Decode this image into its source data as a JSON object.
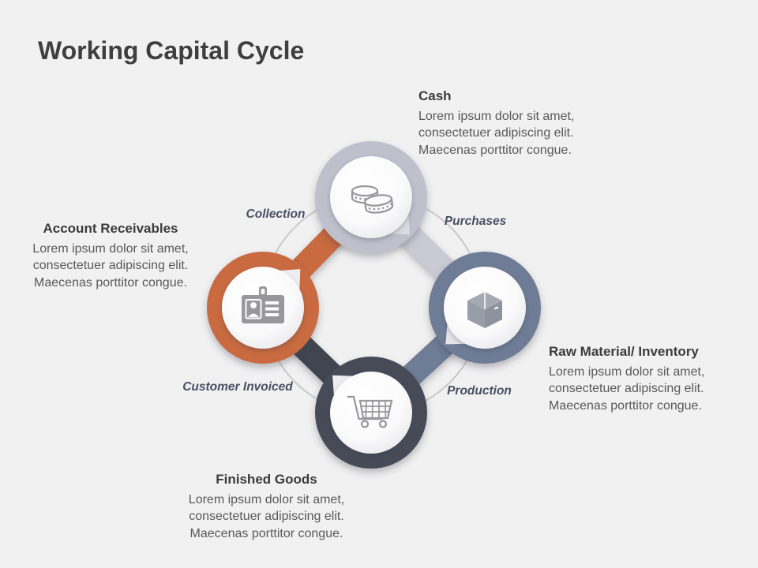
{
  "slide": {
    "title": "Working Capital Cycle",
    "background_color": "#f1f1f2"
  },
  "nodes": [
    {
      "id": "cash",
      "label": "Cash",
      "description": "Lorem ipsum dolor sit amet, consectetuer adipiscing elit. Maecenas porttitor congue.",
      "icon": "coins-icon",
      "color": "#bfc0cc"
    },
    {
      "id": "raw-material-inventory",
      "label": "Raw Material/ Inventory",
      "description": "Lorem ipsum dolor sit amet, consectetuer adipiscing elit. Maecenas porttitor congue.",
      "icon": "package-icon",
      "color": "#6e7b95"
    },
    {
      "id": "finished-goods",
      "label": "Finished Goods",
      "description": "Lorem ipsum dolor sit amet, consectetuer adipiscing elit. Maecenas porttitor congue.",
      "icon": "shopping-cart-icon",
      "color": "#464b58"
    },
    {
      "id": "account-receivables",
      "label": "Account Receivables",
      "description": "Lorem ipsum dolor sit amet, consectetuer adipiscing elit. Maecenas porttitor congue.",
      "icon": "id-card-icon",
      "color": "#c96a41"
    }
  ],
  "connectors": [
    {
      "label": "Collection",
      "from": "account-receivables",
      "to": "cash",
      "color": "#c96a41"
    },
    {
      "label": "Purchases",
      "from": "cash",
      "to": "raw-material-inventory",
      "color": "#c9cad4"
    },
    {
      "label": "Production",
      "from": "raw-material-inventory",
      "to": "finished-goods",
      "color": "#6e7b95"
    },
    {
      "label": "Customer Invoiced",
      "from": "finished-goods",
      "to": "account-receivables",
      "color": "#3f4450"
    }
  ],
  "styles": {
    "icon_color": "#97979c",
    "guide_circle_color": "#c9c9cd"
  }
}
